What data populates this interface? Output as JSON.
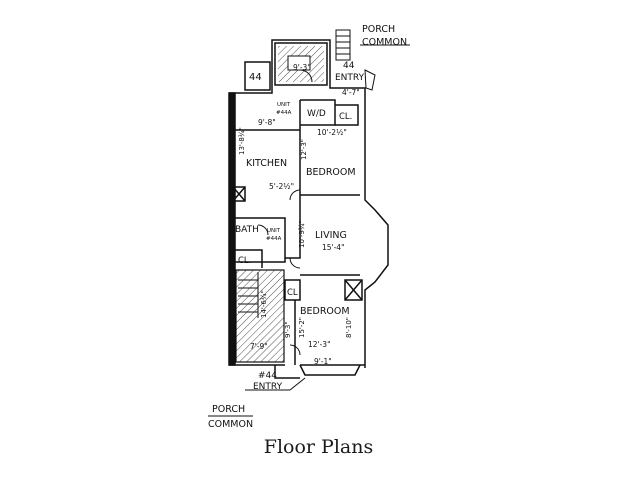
{
  "labels": {
    "porch_common_top": [
      "PORCH",
      "COMMON"
    ],
    "unit44_box": "44",
    "entry_44a": [
      "44",
      "ENTRY"
    ],
    "dim_porch": "9'-3\"",
    "dim_entry": "4'-7\"",
    "unit_44a_top": [
      "UNIT",
      "#44A"
    ],
    "dim_unit_top": "9'-8\"",
    "wd": "W/D",
    "closet_top": "CL.",
    "dim_bedroom1_w": "10'-2½\"",
    "dim_left_wall": "13'-8¾\"",
    "dim_bedroom1_h": "12'-3\"",
    "kitchen": "KITCHEN",
    "bedroom1": "BEDROOM",
    "dim_hall": "5'-2½\"",
    "bath": "BATH",
    "unit_44a_bath": [
      "UNIT",
      "#44A"
    ],
    "dim_living_h": "10'-9¾\"",
    "living": "LIVING",
    "dim_living_w": "15'-4\"",
    "closet_left": "CL.",
    "closet_mid": "CL",
    "dim_stair": "14'-6¾\"",
    "bedroom2": "BEDROOM",
    "dim_b2_left": "9'-3\"",
    "dim_b2_mid": "15'-2\"",
    "dim_b2_right": "8'-10\"",
    "dim_b2_w": "12'-3\"",
    "dim_entry_bottom": "7'-9\"",
    "dim_bay": "9'-1\"",
    "entry_44": [
      "#44",
      "ENTRY"
    ],
    "porch_common_bottom": [
      "PORCH",
      "COMMON"
    ]
  },
  "caption": "Floor Plans",
  "colors": {
    "ink": "#111111",
    "background": "#ffffff"
  }
}
